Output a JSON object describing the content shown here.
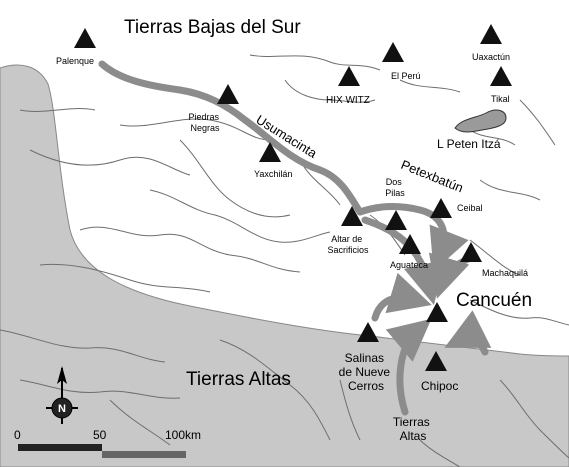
{
  "regions": {
    "lowlands": "Tierras Bajas del Sur",
    "highlands": "Tierras Altas",
    "origin": [
      "Tierras",
      "Altas"
    ]
  },
  "rivers": {
    "usumacinta": "Usumacinta",
    "petexbatun": "Petexbatún"
  },
  "lake": "L Peten Itzá",
  "sites": [
    {
      "id": "palenque",
      "label": [
        "Palenque"
      ]
    },
    {
      "id": "piedras-negras",
      "label": [
        "Piedras",
        "Negras"
      ]
    },
    {
      "id": "yaxchilan",
      "label": [
        "Yaxchilán"
      ]
    },
    {
      "id": "hix-witz",
      "label": [
        "HIX WITZ"
      ]
    },
    {
      "id": "el-peru",
      "label": [
        "El Perú"
      ]
    },
    {
      "id": "uaxactun",
      "label": [
        "Uaxactún"
      ]
    },
    {
      "id": "tikal",
      "label": [
        "Tikal"
      ]
    },
    {
      "id": "dos-pilas",
      "label": [
        "Dos",
        "Pilas"
      ]
    },
    {
      "id": "ceibal",
      "label": [
        "Ceibal"
      ]
    },
    {
      "id": "altar-de-sacrificios",
      "label": [
        "Altar de",
        "Sacrificios"
      ]
    },
    {
      "id": "aguateca",
      "label": [
        "Aguateca"
      ]
    },
    {
      "id": "machaquila",
      "label": [
        "Machaquilá"
      ]
    },
    {
      "id": "cancuen",
      "label": [
        "Cancuén"
      ]
    },
    {
      "id": "salinas",
      "label": [
        "Salinas",
        "de Nueve",
        "Cerros"
      ]
    },
    {
      "id": "chipoc",
      "label": [
        "Chipoc"
      ]
    }
  ],
  "scale": {
    "ticks": [
      "0",
      "50",
      "100km"
    ]
  },
  "north_arrow": {
    "label": "N",
    "icon": "north-arrow-icon"
  },
  "colors": {
    "highlands_fill": "#c8c8c8",
    "route": "#8c8c8c",
    "site_marker": "#111111",
    "lake": "#9a9a9a"
  }
}
